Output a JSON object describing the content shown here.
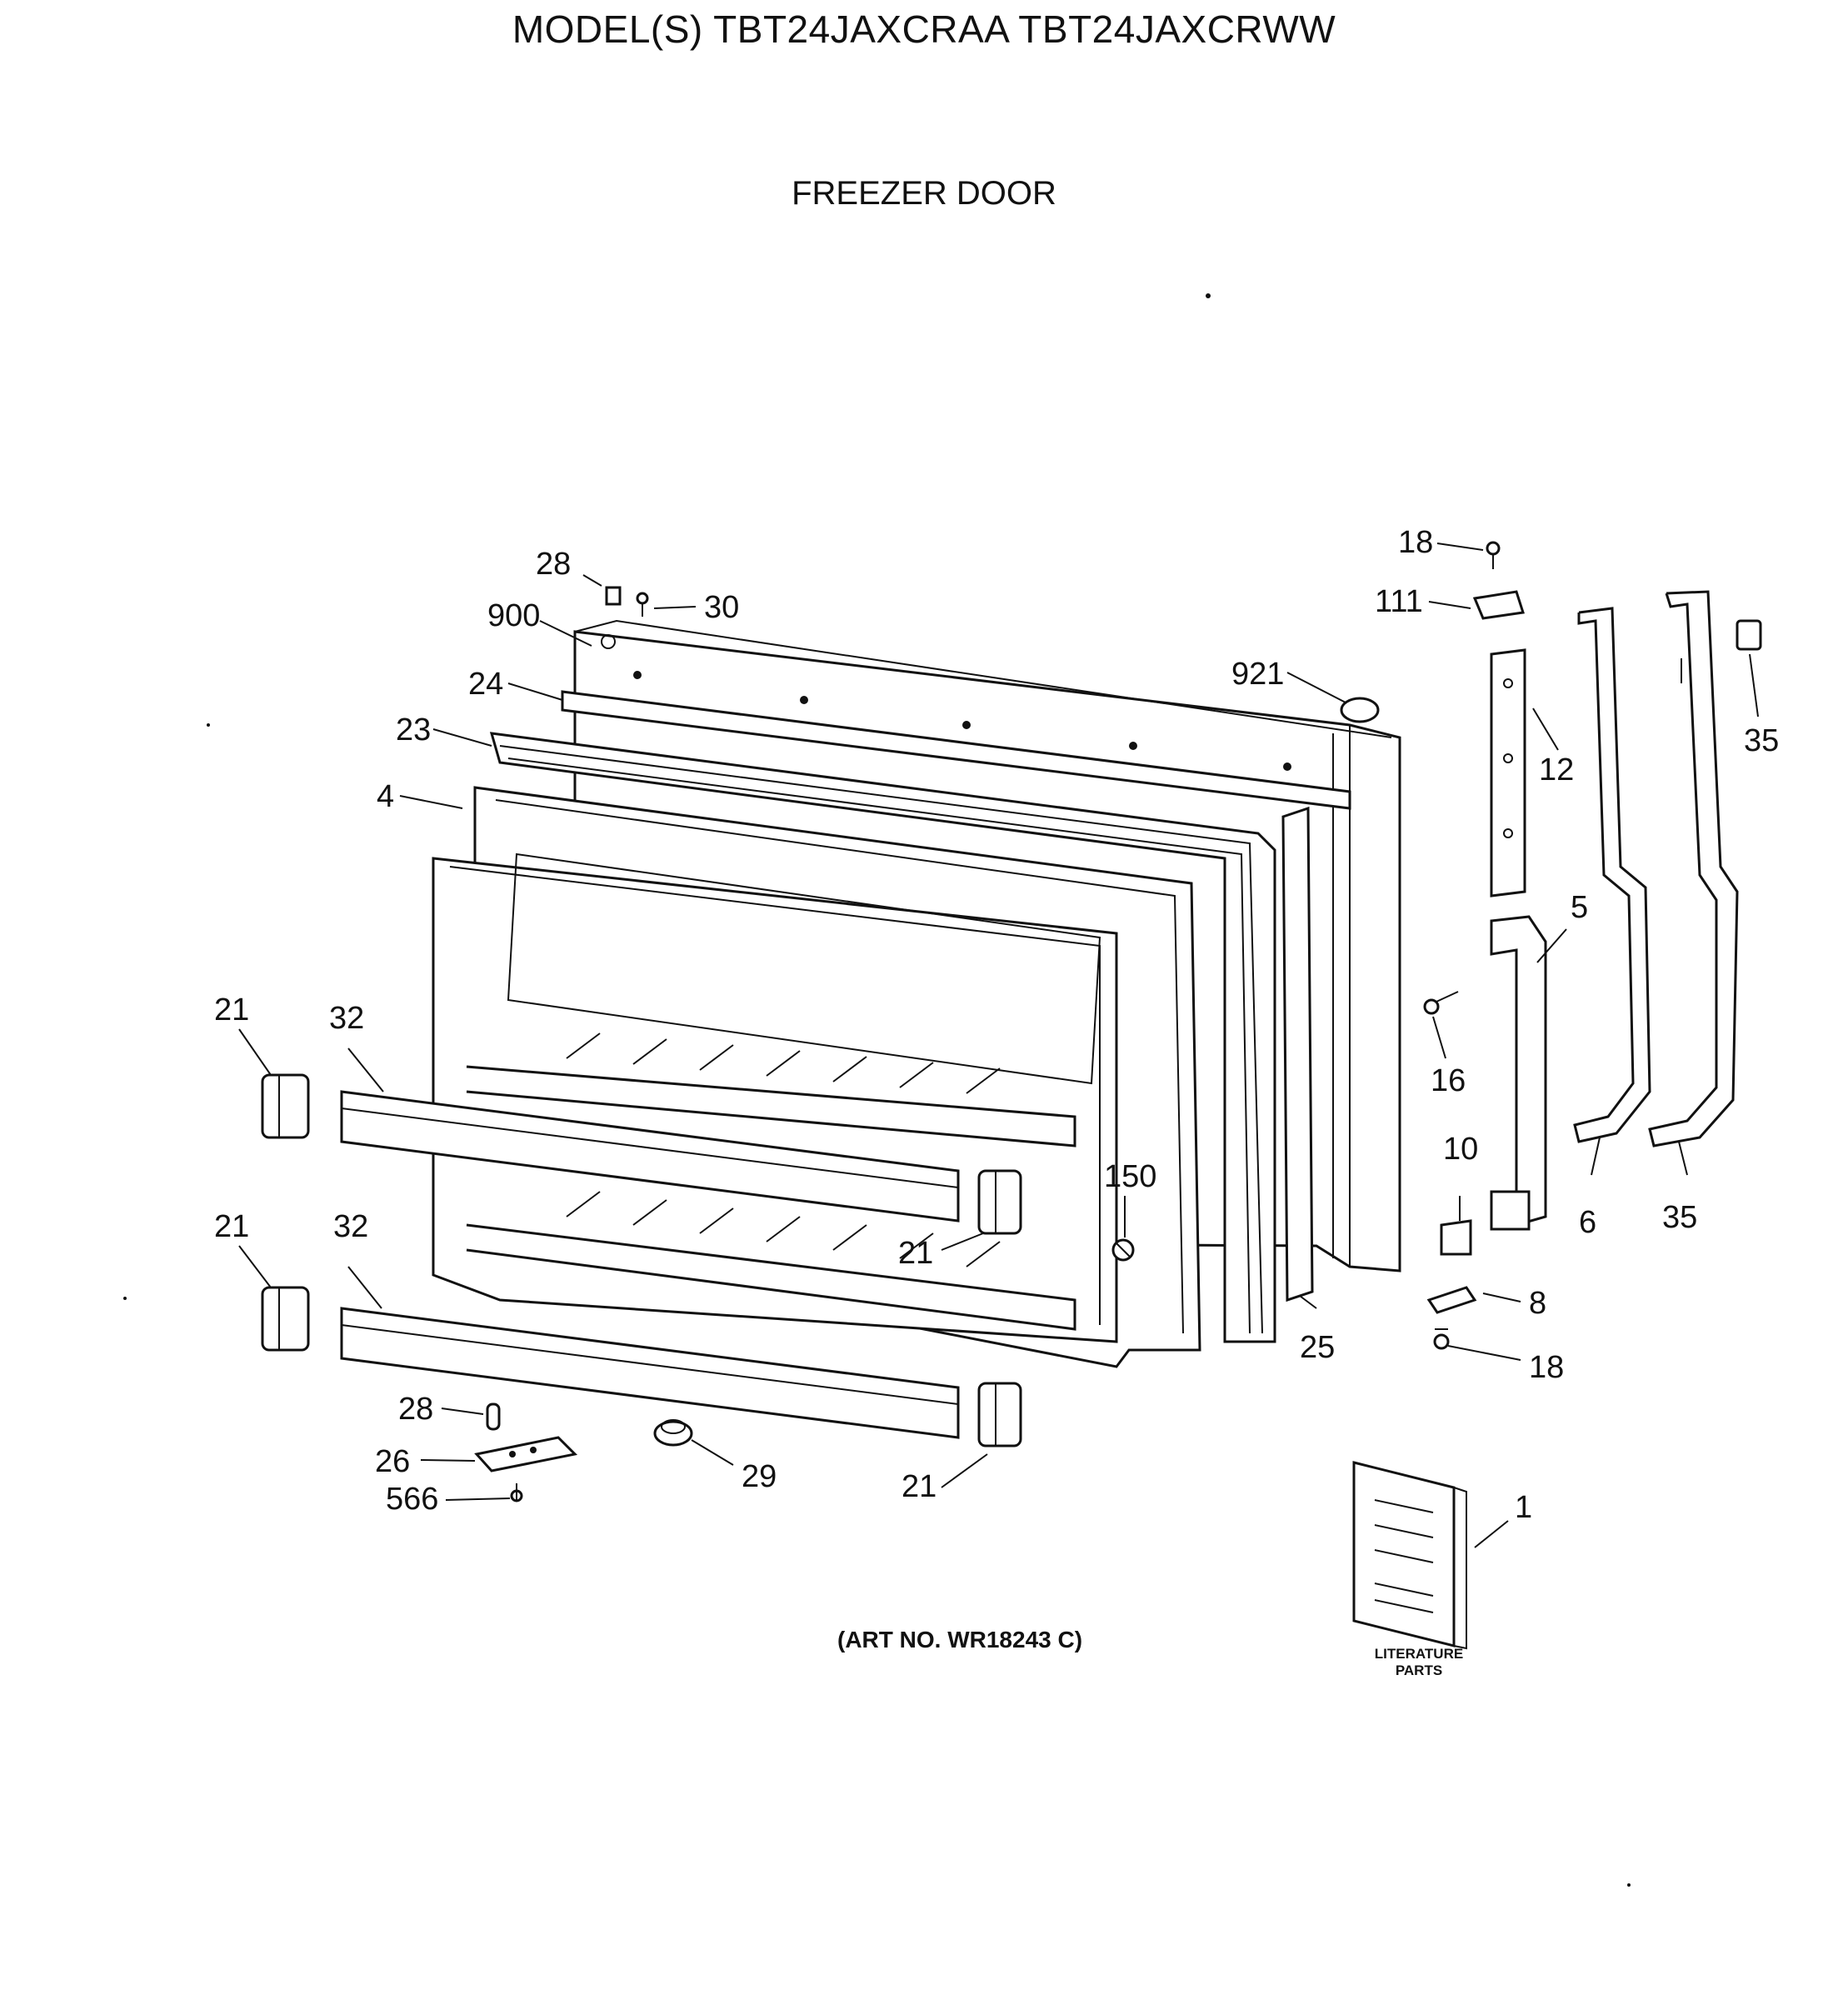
{
  "header": {
    "title": "MODEL(S) TBT24JAXCRAA  TBT24JAXCRWW",
    "section": "FREEZER DOOR"
  },
  "footer": {
    "art_number": "(ART NO. WR18243 C)",
    "literature_line1": "LITERATURE",
    "literature_line2": "PARTS"
  },
  "callouts": [
    "28",
    "30",
    "900",
    "24",
    "23",
    "4",
    "921",
    "18",
    "111",
    "12",
    "35",
    "5",
    "16",
    "21",
    "32",
    "21",
    "32",
    "150",
    "21",
    "10",
    "6",
    "35",
    "8",
    "18",
    "25",
    "28",
    "26",
    "566",
    "29",
    "21",
    "1"
  ]
}
